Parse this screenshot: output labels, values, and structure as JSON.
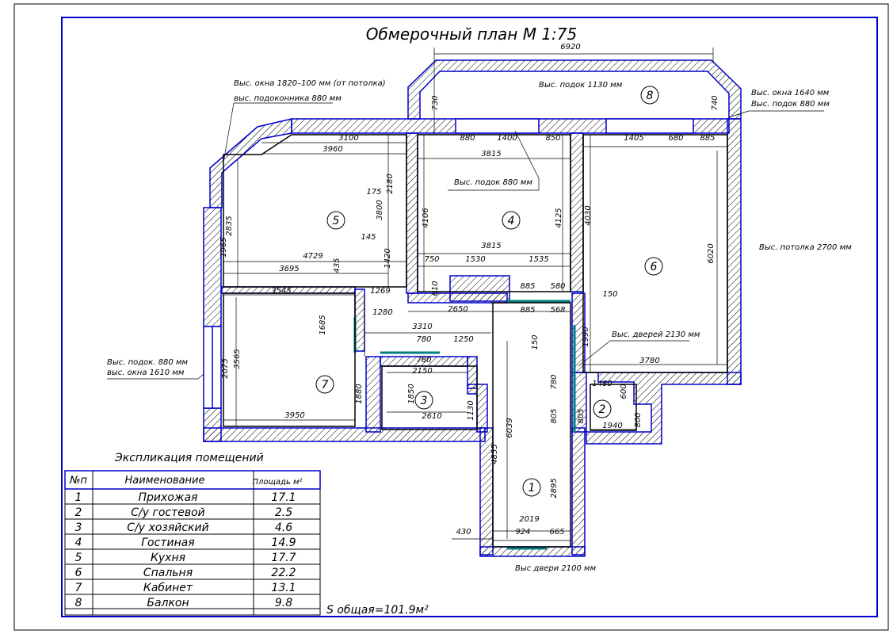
{
  "title": "Обмерочный план М 1:75",
  "explication_title": "Экспликация помещений",
  "table": {
    "headers": [
      "№п",
      "Наименование",
      "Площадь м²"
    ],
    "rows": [
      [
        "1",
        "Прихожая",
        "17.1"
      ],
      [
        "2",
        "С/у гостевой",
        "2.5"
      ],
      [
        "3",
        "С/у хозяйский",
        "4.6"
      ],
      [
        "4",
        "Гостиная",
        "14.9"
      ],
      [
        "5",
        "Кухня",
        "17.7"
      ],
      [
        "6",
        "Спальня",
        "22.2"
      ],
      [
        "7",
        "Кабинет",
        "13.1"
      ],
      [
        "8",
        "Балкон",
        "9.8"
      ]
    ]
  },
  "total_area": "S общая=101.9м²",
  "notes": {
    "window_left_1": "Выс. окна 1820–100 мм (от потолка)",
    "window_left_2": "выс. подоконника 880 мм",
    "balcony_sill": "Выс. подок 1130 мм",
    "window_right_1": "Выс. окна 1640 мм",
    "window_right_2": "Выс. подок 880 мм",
    "living_sill": "Выс. подок 880 мм",
    "ceiling": "Выс. потолка 2700 мм",
    "doors": "Выс. дверей 2130 мм",
    "office_sill": "Выс. подок. 880 мм",
    "office_window": "выс. окна 1610 мм",
    "entry_door": "Выс двери 2100 мм"
  },
  "rooms": [
    "1",
    "2",
    "3",
    "4",
    "5",
    "6",
    "7",
    "8"
  ],
  "dims": {
    "d6920": "6920",
    "d3100": "3100",
    "d3960": "3960",
    "d3815a": "3815",
    "d3815b": "3815",
    "d4729": "4729",
    "d3695": "3695",
    "d3545": "3545",
    "d4106": "4106",
    "d4125": "4125",
    "d4030": "4030",
    "d6020": "6020",
    "d3780": "3780",
    "d3950": "3950",
    "d3565": "3565",
    "d2075": "2075",
    "d2650": "2650",
    "d3310": "3310",
    "d6039": "6039",
    "d4855": "4855",
    "d2895": "2895",
    "d2019": "2019",
    "d924": "924",
    "d665": "665",
    "d430": "430",
    "d1940": "1940",
    "d2610": "2610",
    "d2150": "2150",
    "d1850": "1850",
    "d1880": "1880",
    "d1130": "1130",
    "d1685": "1685",
    "d1280": "1280",
    "d1269": "1269",
    "d1250": "1250",
    "d1530": "1530",
    "d1535": "1535",
    "d1405": "1405",
    "d1400": "1400",
    "d880a": "880",
    "d850": "850",
    "d680": "680",
    "d885a": "885",
    "d885b": "885",
    "d885c": "885",
    "d580": "580",
    "d568": "568",
    "d150a": "150",
    "d150b": "150",
    "d1990": "1990",
    "d2180": "2180",
    "d3800": "3800",
    "d2835": "2835",
    "d1965": "1965",
    "d1420": "1420",
    "d780a": "780",
    "d780b": "780",
    "d780c": "780",
    "d805a": "805",
    "d805b": "805",
    "d750": "750",
    "d610": "610",
    "d435": "435",
    "d175": "175",
    "d145": "145",
    "d730": "730",
    "d740": "740",
    "d800": "800",
    "d600": "600",
    "d1480": "1480"
  }
}
